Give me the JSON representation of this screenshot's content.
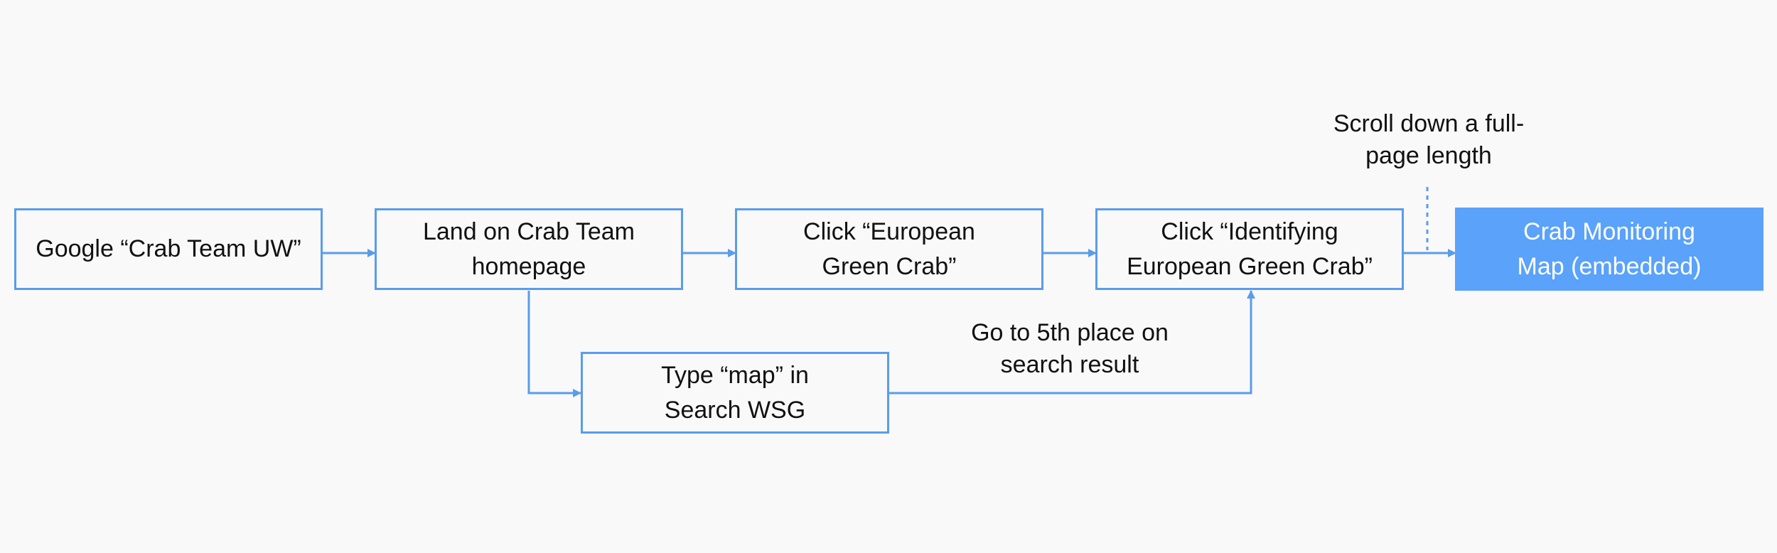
{
  "colors": {
    "background": "#f9f9f9",
    "stroke": "#5a9cec",
    "target_fill": "#5aa2fa",
    "target_text": "#ffffff",
    "text": "#111111"
  },
  "nodes": {
    "google": {
      "lines": [
        "Google “Crab Team UW”"
      ]
    },
    "land": {
      "lines": [
        "Land on Crab Team",
        "homepage"
      ]
    },
    "click_egc": {
      "lines": [
        "Click “European",
        "Green Crab”"
      ]
    },
    "click_identifying": {
      "lines": [
        "Click “Identifying",
        "European Green Crab”"
      ]
    },
    "crab_map": {
      "lines": [
        "Crab Monitoring",
        "Map (embedded)"
      ]
    },
    "type_map": {
      "lines": [
        "Type “map” in",
        "Search WSG"
      ]
    }
  },
  "annotations": {
    "scroll": {
      "lines": [
        "Scroll down a full-",
        "page length"
      ]
    },
    "search_result": {
      "lines": [
        "Go to 5th place on",
        "search result"
      ]
    }
  }
}
